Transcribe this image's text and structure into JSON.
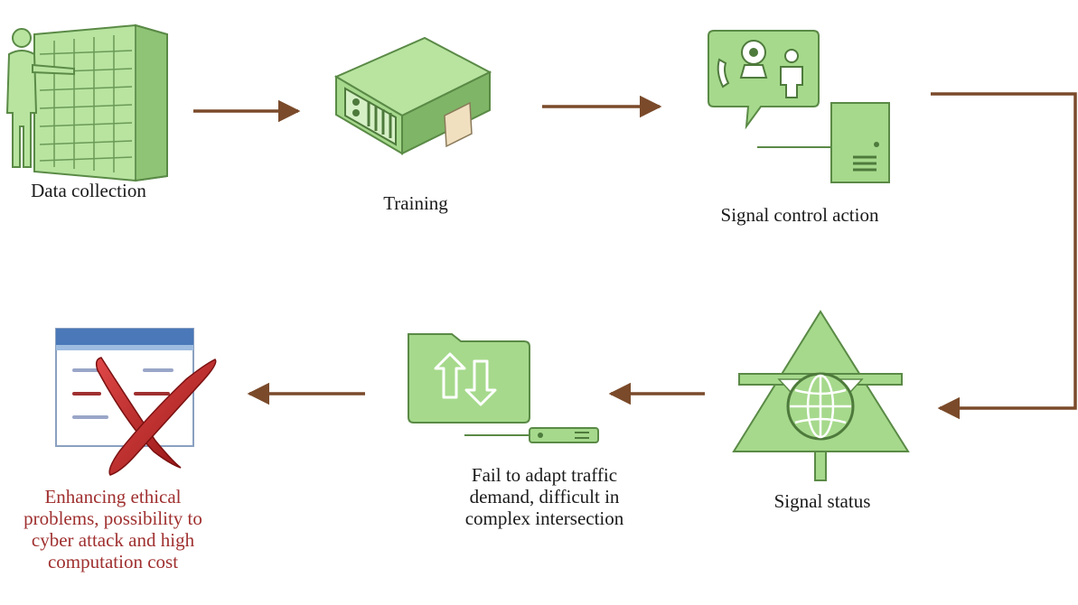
{
  "nodes": {
    "data_collection": {
      "label": "Data collection",
      "icon": "server-rack-person-icon"
    },
    "training": {
      "label": "Training",
      "icon": "server-unit-icon"
    },
    "signal_control": {
      "label": "Signal control action",
      "icon": "communication-terminal-icon"
    },
    "signal_status": {
      "label": "Signal status",
      "icon": "network-triangle-globe-icon"
    },
    "fail": {
      "label": "Fail to adapt traffic demand, difficult in complex intersection",
      "icon": "data-transfer-folder-icon"
    },
    "enhancing": {
      "label": "Enhancing ethical problems, possibility to cyber attack and high computation cost",
      "icon": "crossed-window-icon"
    }
  },
  "colors": {
    "icon_fill": "#a6d98c",
    "icon_stroke": "#5a8a46",
    "icon_dark": "#4e7a3c",
    "arrow": "#7a4a2a",
    "warning_text": "#a03030",
    "cross": "#c0282a",
    "window_bar": "#4a78b8"
  }
}
